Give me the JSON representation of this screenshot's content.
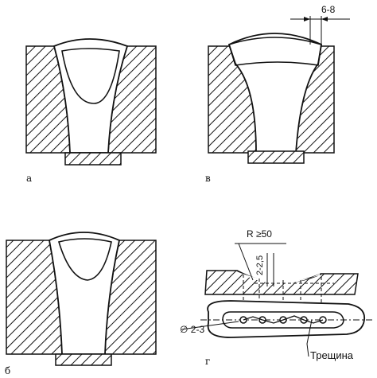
{
  "panels": [
    {
      "id": "a",
      "label": "а"
    },
    {
      "id": "v",
      "label": "в",
      "dimension": "6-8"
    },
    {
      "id": "b",
      "label": "б"
    },
    {
      "id": "g",
      "label": "г",
      "radius_label": "R ≥50",
      "depth_label": "2-2,5",
      "hole_label": "∅ 2-3",
      "crack_label": "Трещина"
    }
  ]
}
